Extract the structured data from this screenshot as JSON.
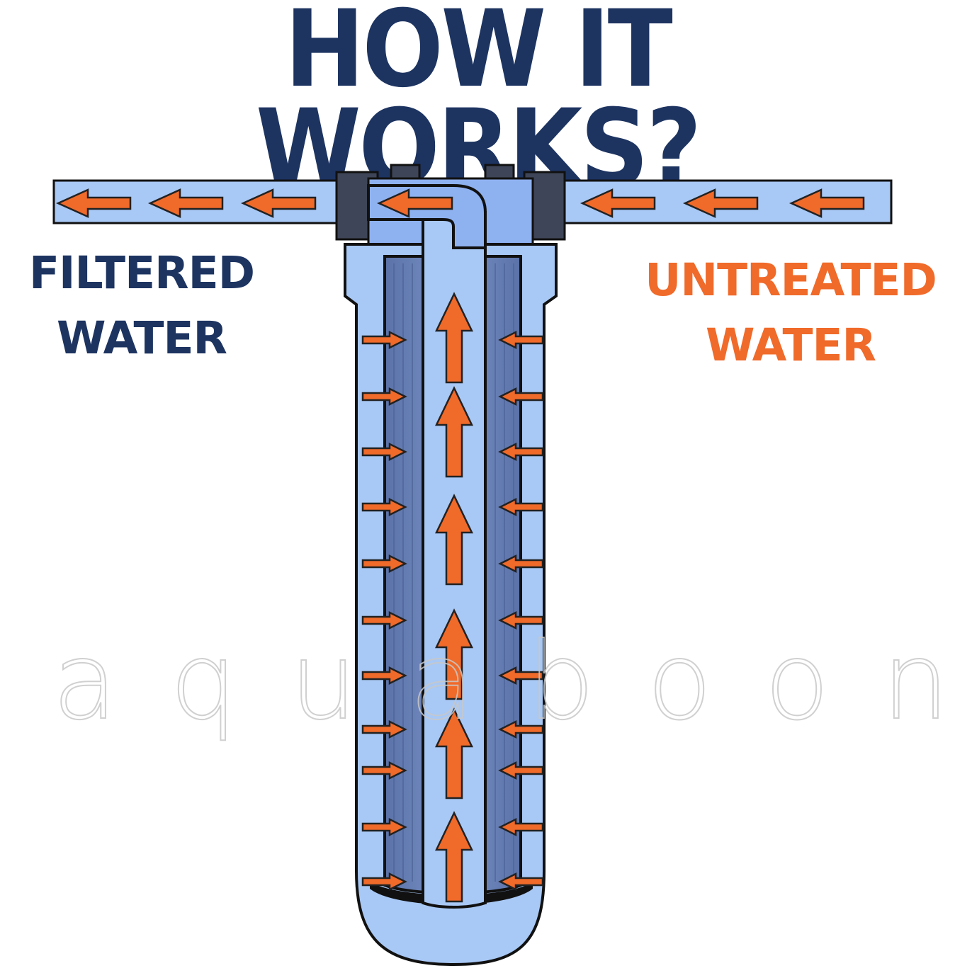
{
  "title": "HOW IT WORKS?",
  "labels": {
    "filtered": [
      "FILTERED",
      "WATER"
    ],
    "untreated": [
      "UNTREATED",
      "WATER"
    ]
  },
  "watermark": "aquaboon",
  "colors": {
    "navy": "#1d3461",
    "orange": "#f06a2a",
    "water": "#a8c8f5",
    "housing": "#8eb1f0",
    "cartridge": "#6882b8",
    "cap": "#3e4558",
    "outline": "#111111"
  },
  "icons": [
    "arrow-left-icon",
    "arrow-right-icon",
    "arrow-up-icon"
  ]
}
